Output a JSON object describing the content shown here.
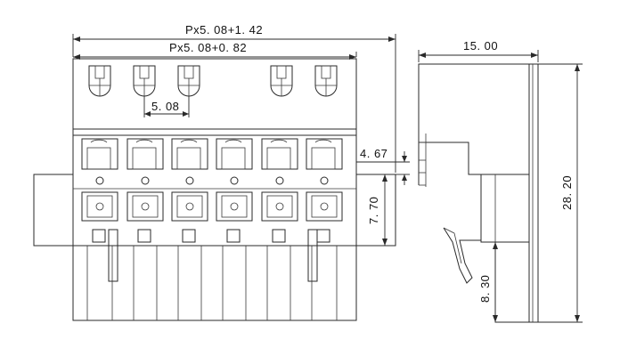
{
  "dimensions": {
    "overall_width": "Px5. 08+1. 42",
    "inner_width": "Px5. 08+0. 82",
    "pitch": "5. 08",
    "offset_height": "4. 67",
    "lower_height": "7. 70",
    "side_depth": "15. 00",
    "total_height": "28. 20",
    "pin_height": "8. 30"
  }
}
